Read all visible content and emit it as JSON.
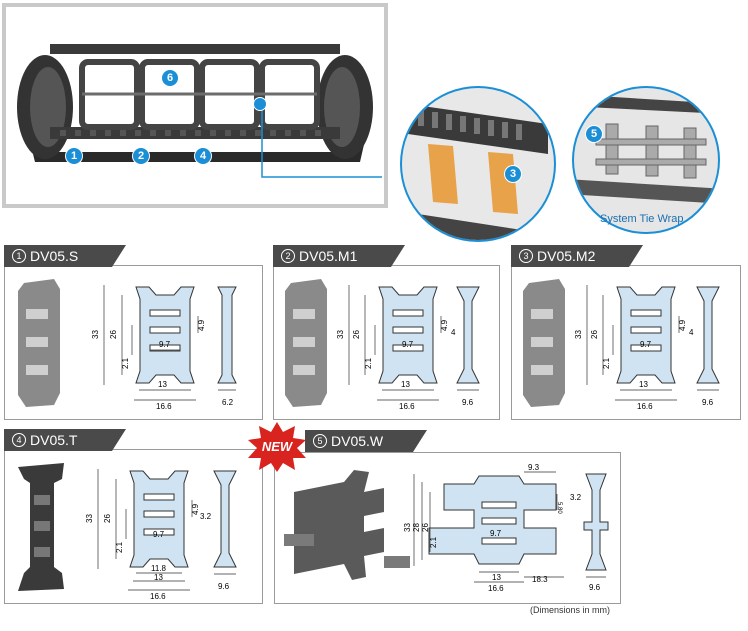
{
  "callouts": {
    "c1": "1",
    "c2": "2",
    "c3": "3",
    "c4": "4",
    "c5": "5",
    "c6": "6"
  },
  "system_tie_wrap": "System Tie Wrap",
  "new_badge": "NEW",
  "footnote": "(Dimensions in mm)",
  "panels": [
    {
      "num": "1",
      "title": "DV05.S",
      "dims": {
        "h1": "33",
        "h2": "26",
        "w1": "13",
        "w2": "16.6",
        "a": "9.7",
        "b": "2.1",
        "c": "4.9",
        "side": "6.2"
      }
    },
    {
      "num": "2",
      "title": "DV05.M1",
      "dims": {
        "h1": "33",
        "h2": "26",
        "w1": "13",
        "w2": "16.6",
        "a": "9.7",
        "b": "2.1",
        "c": "4.9",
        "d": "4",
        "side": "9.6"
      }
    },
    {
      "num": "3",
      "title": "DV05.M2",
      "dims": {
        "h1": "33",
        "h2": "26",
        "w1": "13",
        "w2": "16.6",
        "a": "9.7",
        "b": "2.1",
        "c": "4.9",
        "d": "4",
        "side": "9.6"
      }
    },
    {
      "num": "4",
      "title": "DV05.T",
      "dims": {
        "h1": "33",
        "h2": "26",
        "w0": "11.8",
        "w1": "13",
        "w2": "16.6",
        "a": "9.7",
        "b": "2.1",
        "c": "4.9",
        "d": "3.2",
        "side": "9.6"
      }
    },
    {
      "num": "5",
      "title": "DV05.W",
      "dims": {
        "h1": "33",
        "h2": "28",
        "h3": "26",
        "top": "9.3",
        "e": "5.80",
        "a": "9.7",
        "b": "2.1",
        "w1": "13",
        "w2": "16.6",
        "w3": "18.3",
        "d": "3.2",
        "side": "9.6"
      }
    }
  ],
  "colors": {
    "accent": "#1a8fd6",
    "tab": "#4a4a4a",
    "part": "#cfe3f2",
    "frame": "#c9c9c9"
  }
}
